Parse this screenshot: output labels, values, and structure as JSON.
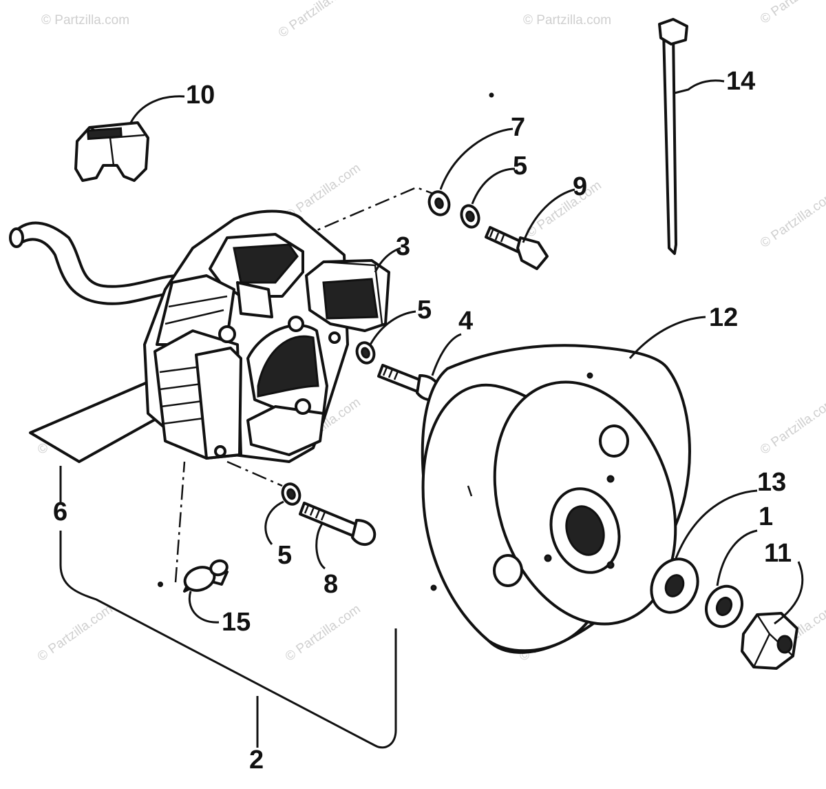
{
  "watermark": "© Partzilla.com",
  "callouts": {
    "c1": "1",
    "c2": "2",
    "c3": "3",
    "c4": "4",
    "c5a": "5",
    "c5b": "5",
    "c5c": "5",
    "c6": "6",
    "c7": "7",
    "c8": "8",
    "c9": "9",
    "c10": "10",
    "c11": "11",
    "c12": "12",
    "c13": "13",
    "c14": "14",
    "c15": "15"
  }
}
